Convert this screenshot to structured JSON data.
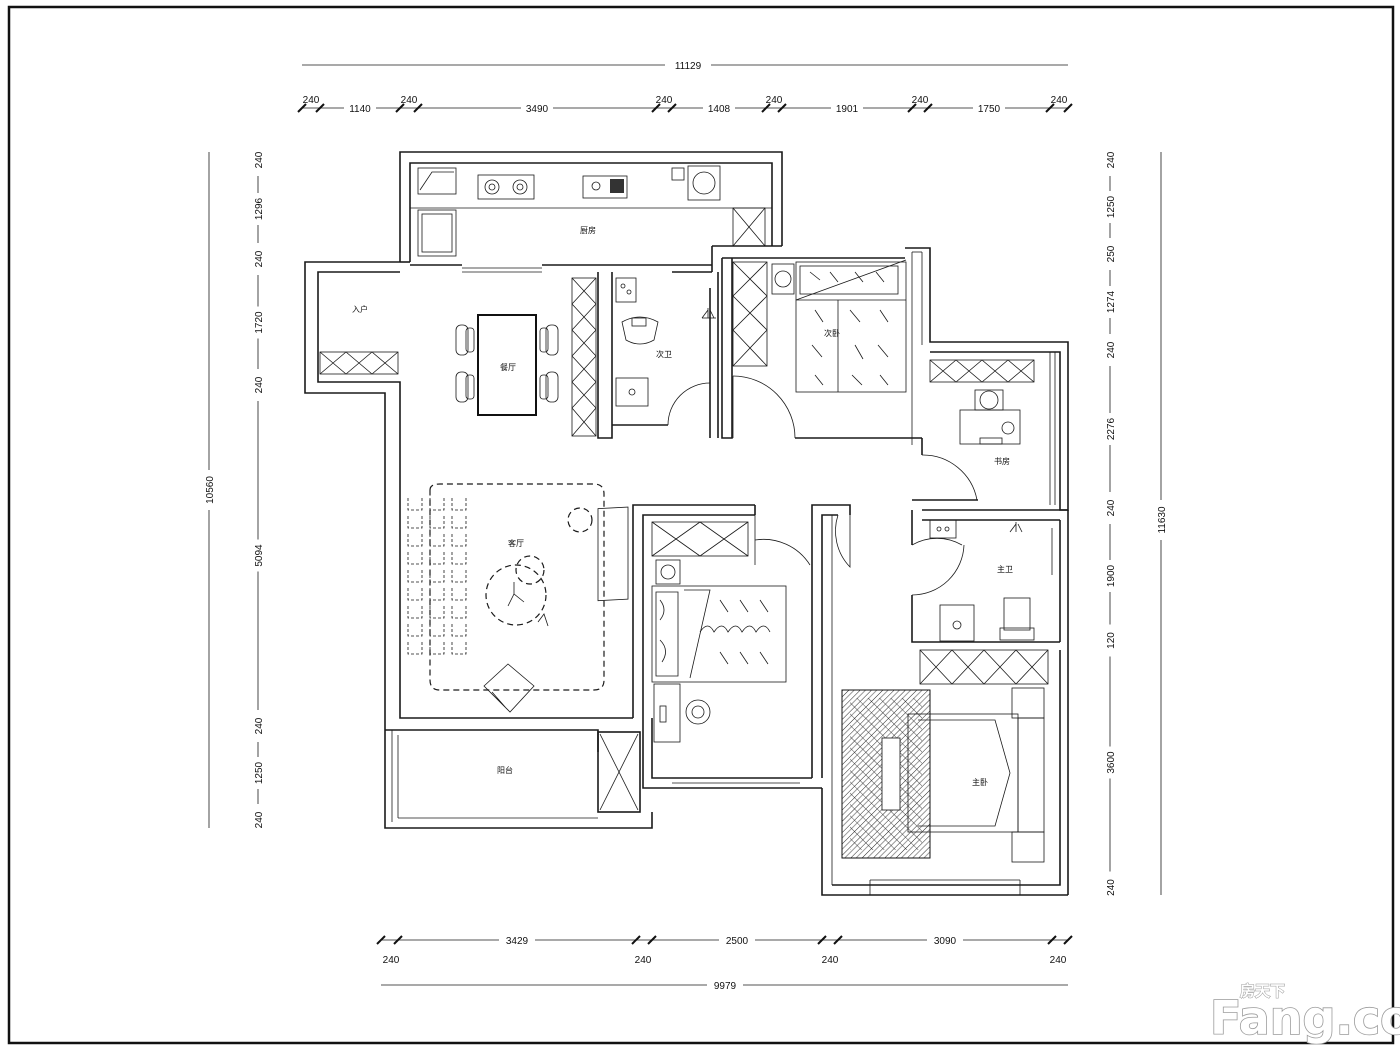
{
  "dimensions": {
    "top_overall": "11129",
    "top_segments": [
      "240",
      "1140",
      "240",
      "3490",
      "240",
      "1408",
      "240",
      "1901",
      "240",
      "1750",
      "240"
    ],
    "left_overall": "10560",
    "left_segments": [
      "240",
      "1296",
      "240",
      "1720",
      "240",
      "5094",
      "240",
      "1250",
      "240"
    ],
    "right_overall": "11630",
    "right_segments": [
      "240",
      "1250",
      "250",
      "1274",
      "240",
      "2276",
      "240",
      "1900",
      "120",
      "3600",
      "240"
    ],
    "bottom_main": [
      "3429",
      "2500",
      "3090"
    ],
    "bottom_walls": [
      "240",
      "240",
      "240",
      "240"
    ],
    "bottom_overall": "9979"
  },
  "rooms": {
    "kitchen": "厨房",
    "entry": "入户",
    "dining": "餐厅",
    "guest_bath": "次卫",
    "bedroom2": "次卧",
    "study": "书房",
    "living": "客厅",
    "master_bath": "主卫",
    "balcony": "阳台",
    "master_bedroom": "主卧"
  },
  "watermark": {
    "main": "Fang.com",
    "small": "房天下"
  }
}
